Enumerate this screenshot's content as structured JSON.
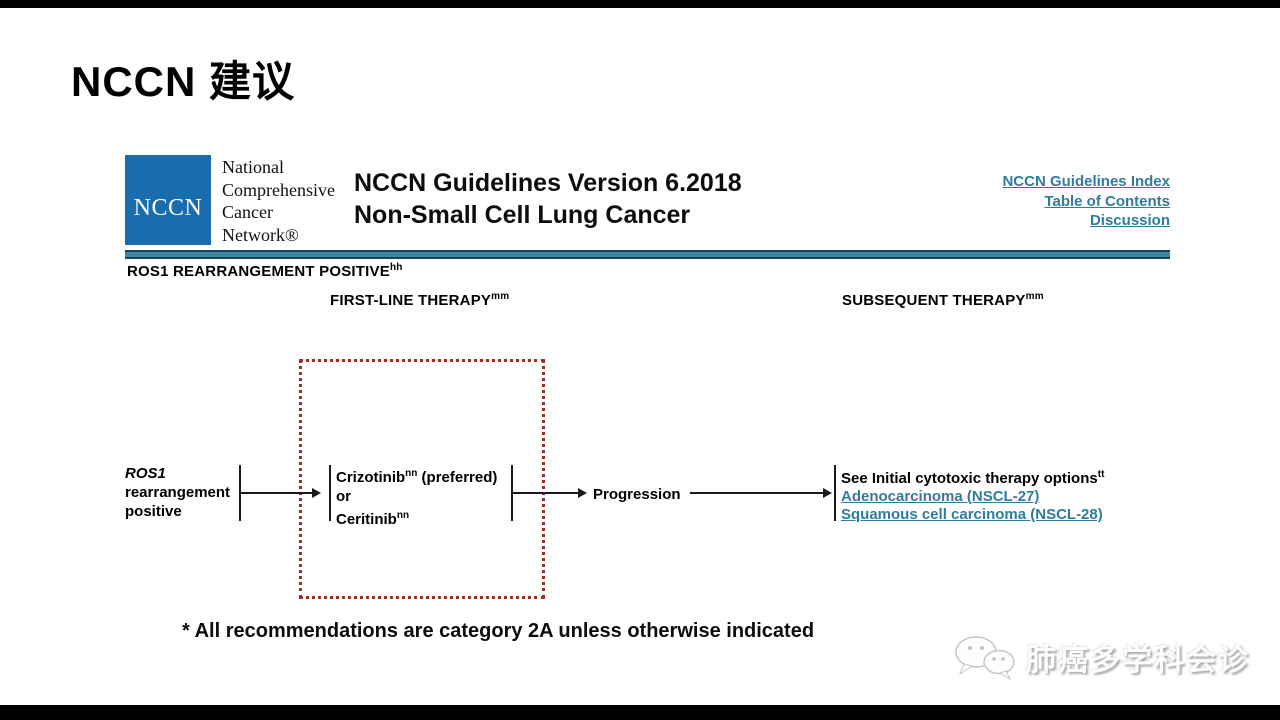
{
  "slide": {
    "title": "NCCN 建议"
  },
  "header": {
    "logo_text": "NCCN",
    "org_lines": [
      "National",
      "Comprehensive",
      "Cancer",
      "Network®"
    ],
    "title_line1": "NCCN Guidelines Version 6.2018",
    "title_line2": "Non-Small Cell Lung Cancer",
    "links": [
      "NCCN Guidelines Index",
      "Table of Contents",
      "Discussion"
    ]
  },
  "section": {
    "label": "ROS1 REARRANGEMENT POSITIVE",
    "sup": "hh"
  },
  "columns": {
    "first_line_label": "FIRST-LINE THERAPY",
    "first_line_sup": "mm",
    "subsequent_label": "SUBSEQUENT THERAPY",
    "subsequent_sup": "mm"
  },
  "flowchart": {
    "start_node": {
      "line1": "ROS1",
      "line2": "rearrangement",
      "line3": "positive"
    },
    "treatment_node": {
      "drug1": "Crizotinib",
      "drug1_sup": "nn",
      "drug1_note": " (preferred)",
      "or_label": "or",
      "drug2": "Ceritinib",
      "drug2_sup": "nn"
    },
    "progression_label": "Progression",
    "subsequent_node": {
      "heading": "See Initial cytotoxic therapy options",
      "heading_sup": "tt",
      "link1": "Adenocarcinoma (NSCL-27)",
      "link2": "Squamous cell carcinoma (NSCL-28)"
    }
  },
  "footer": {
    "note": "* All recommendations are category 2A unless otherwise indicated"
  },
  "watermark": {
    "text": "肺癌多学科会诊"
  },
  "colors": {
    "logo_blue": "#1a6dad",
    "rule_teal": "#3f86a4",
    "link_teal": "#2e7d9c",
    "dashed_red": "#9e2f28"
  }
}
